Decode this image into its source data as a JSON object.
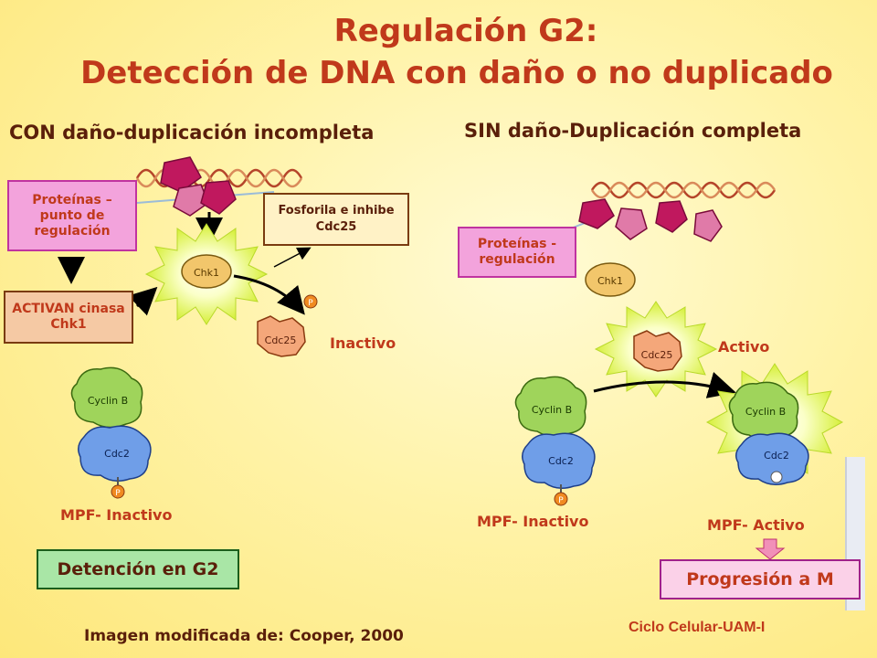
{
  "title": {
    "line1": "Regulación G2:",
    "line2": "Detección de DNA con daño o no duplicado"
  },
  "left": {
    "heading": "CON daño-duplicación incompleta",
    "proteins_box": "Proteínas – punto de regulación",
    "activan_box": "ACTIVAN cinasa Chk1",
    "fosforila_box": "Fosforila e inhibe Cdc25",
    "chk1": "Chk1",
    "cdc25": "Cdc25",
    "p_label": "P",
    "inactivo": "Inactivo",
    "cyclin_b": "Cyclin B",
    "cdc2": "Cdc2",
    "mpf_inactivo": "MPF- Inactivo",
    "detencion": "Detención en G2"
  },
  "right": {
    "heading": "SIN daño-Duplicación completa",
    "proteins_box": "Proteínas - regulación",
    "chk1": "Chk1",
    "cdc25": "Cdc25",
    "activo": "Activo",
    "cyclin_b": "Cyclin B",
    "cdc2": "Cdc2",
    "p_label": "P",
    "mpf_inactivo": "MPF- Inactivo",
    "mpf_activo": "MPF- Activo",
    "progresion": "Progresión a M"
  },
  "footer": {
    "credit": "Imagen modificada de: Cooper, 2000",
    "course": "Ciclo Celular-UAM-I"
  },
  "colors": {
    "title": "#c0391b",
    "heading": "#5a1f0a",
    "chk1": "#f2c66b",
    "cdc25": "#f4a77a",
    "cyclin": "#9fd45b",
    "cdc2": "#6f9ee8",
    "magenta": "#c0185e"
  }
}
